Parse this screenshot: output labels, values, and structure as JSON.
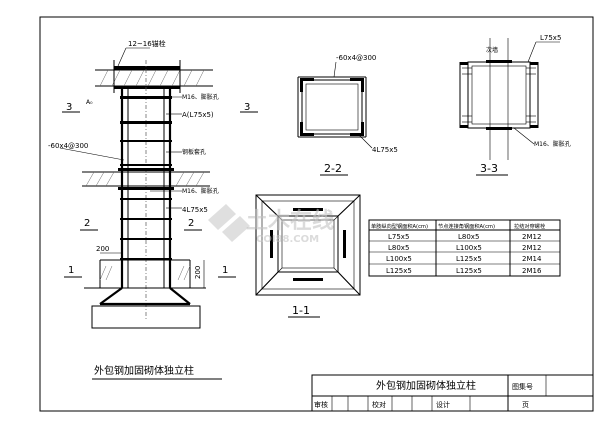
{
  "elevation": {
    "top_bolt_label": "12~16锚栓",
    "a0_label": "A₀",
    "section_3_left": "3",
    "section_3_right": "3",
    "section_2_left": "2",
    "section_2_right": "2",
    "section_1_left": "1",
    "section_1_right": "1",
    "bolt_label_upper": "M16、膨胀孔",
    "angle_label": "A(L75x5)",
    "strip_label": "-60x4@300",
    "floor_hole_label": "钢板套孔",
    "bolt_label_lower": "M16、膨胀孔",
    "angle_label_lower": "4L75x5",
    "dim_200_left": "200",
    "dim_200_right": "200",
    "title": "外包钢加固砌体独立柱"
  },
  "section_2_2": {
    "strip_label": "-60x4@300",
    "angle_label": "4L75x5",
    "title": "2-2"
  },
  "section_3_3": {
    "angle_label": "L75x5",
    "slab_label": "次墙",
    "bolt_label": "M16、膨胀孔",
    "title": "3-3"
  },
  "section_1_1": {
    "title": "1-1"
  },
  "table": {
    "headers": [
      "单肢纵向型钢面积A(cm)",
      "节点连接角钢面积A(cm)",
      "拉结对穿螺栓"
    ],
    "rows": [
      [
        "L75x5",
        "L80x5",
        "2M12"
      ],
      [
        "L80x5",
        "L100x5",
        "2M12"
      ],
      [
        "L100x5",
        "L125x5",
        "2M14"
      ],
      [
        "L125x5",
        "L125x5",
        "2M16"
      ]
    ]
  },
  "title_block": {
    "title": "外包钢加固砌体独立柱",
    "drawing_no_label": "图集号",
    "review_label": "审核",
    "check_label": "校对",
    "design_label": "设计",
    "page_label": "页"
  },
  "watermark": {
    "text": "土木在线",
    "sub": "COI88.COM"
  }
}
